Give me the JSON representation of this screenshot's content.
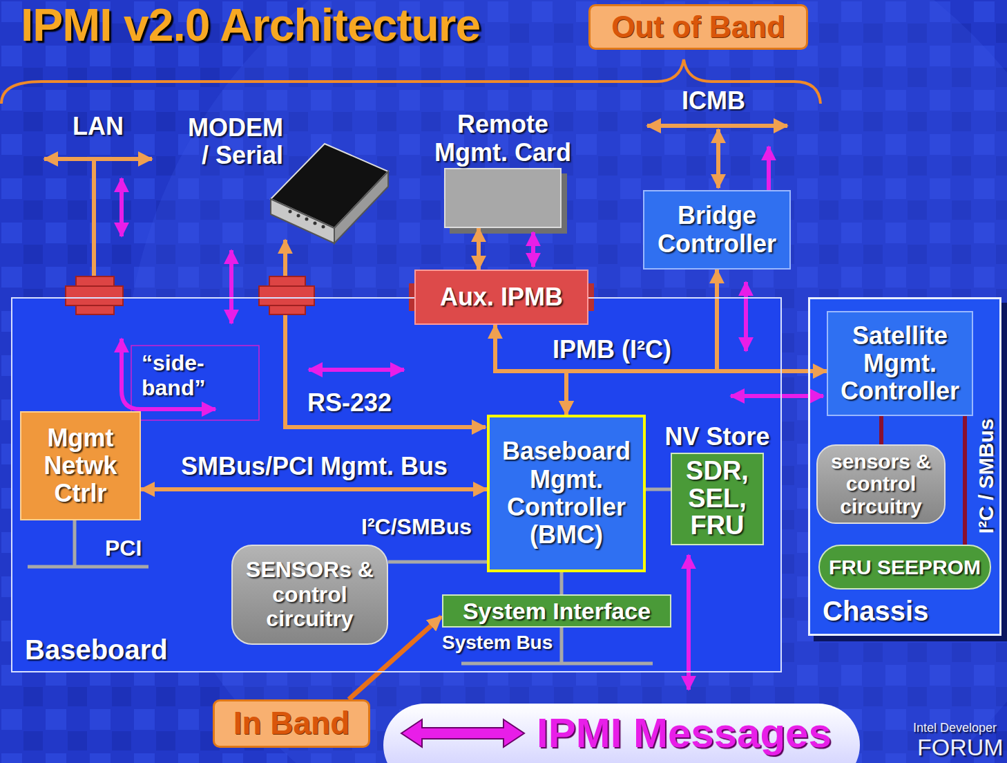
{
  "diagram": {
    "title": "IPMI v2.0 Architecture",
    "nodes": [
      {
        "text": [
          "Out of Band"
        ]
      },
      {
        "text": [
          "Remote Mgmt. Card"
        ]
      },
      {
        "text": [
          "Bridge Controller"
        ]
      },
      {
        "text": [
          "Aux. IPMB"
        ]
      },
      {
        "text": [
          "Baseboard"
        ]
      },
      {
        "text": [
          "Mgmt Netwk Ctrlr"
        ],
        "in": 4
      },
      {
        "text": [
          "Baseboard Mgmt. Controller (BMC)"
        ],
        "in": 4
      },
      {
        "text": [
          "NV Store",
          "SDR, SEL, FRU"
        ],
        "in": 4
      },
      {
        "text": [
          "SENSORs & control circuitry"
        ],
        "in": 4
      },
      {
        "text": [
          "System Interface"
        ],
        "in": 4
      },
      {
        "text": [
          "Chassis"
        ]
      },
      {
        "text": [
          "Satellite Mgmt. Controller"
        ],
        "in": 10
      },
      {
        "text": [
          "sensors & control circuitry"
        ],
        "in": 10
      },
      {
        "text": [
          "FRU SEEPROM"
        ],
        "in": 10
      },
      {
        "text": [
          "In Band"
        ]
      }
    ],
    "edges": [
      {
        "from": 3,
        "to": 1,
        "arrow": "both"
      },
      {
        "from": 6,
        "to": 3,
        "arrow": "both"
      },
      {
        "from": 6,
        "to": 2,
        "arrow": "both"
      },
      {
        "from": 6,
        "to": 11,
        "arrow": "both"
      },
      {
        "from": 5,
        "to": 6,
        "label": "SMBus/PCI Mgmt. Bus",
        "arrow": "both"
      },
      {
        "from": 6,
        "to": 8,
        "label": "I²C/SMBus",
        "arrow": "none"
      },
      {
        "from": 6,
        "to": 7,
        "arrow": "none"
      },
      {
        "from": 6,
        "to": 9,
        "arrow": "none"
      },
      {
        "from": 14,
        "to": 9,
        "arrow": "to"
      },
      {
        "from": 11,
        "to": 12,
        "arrow": "none"
      },
      {
        "from": 11,
        "to": 13,
        "arrow": "none"
      }
    ],
    "labels": [
      "LAN",
      "MODEM / Serial",
      "ICMB",
      "“side-band”",
      "IPMB (I²C)",
      "RS-232",
      "PCI",
      "System Bus",
      "I²C / SMBus",
      "Intel Developer",
      "FORUM"
    ],
    "legend": [
      {
        "text": "IPMI Messages"
      }
    ]
  }
}
